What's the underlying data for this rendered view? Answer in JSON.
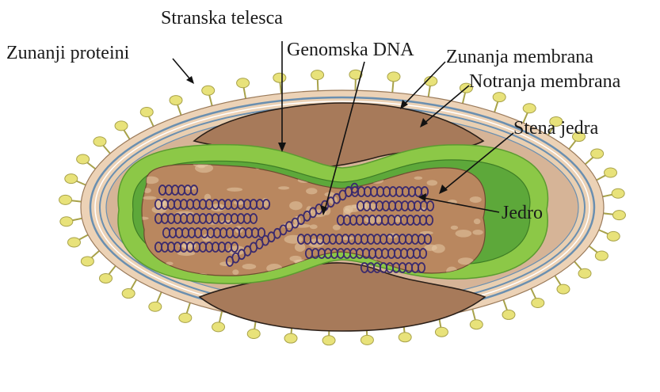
{
  "diagram": {
    "labels": {
      "stranska_telesca": "Stranska telesca",
      "zunanji_proteini": "Zunanji proteini",
      "genomska_dna": "Genomska DNA",
      "zunanja_membrana": "Zunanja membrana",
      "notranja_membrana": "Notranja membrana",
      "stena_jedra": "Stena jedra",
      "jedro": "Jedro"
    },
    "colors": {
      "protein_fill": "#e8e27a",
      "protein_stroke": "#a8a24a",
      "outer_membrane": "#e9c8a8",
      "membrane_line": "#6a8fb0",
      "inner_space": "#cfe8ea",
      "green_wall": "#84c23c",
      "green_dark": "#4f9a2c",
      "lateral_bodies": "#b07f5e",
      "core": "#b8845f",
      "core_speckle": "#e6c9a4",
      "dna": "#3a2a6e"
    }
  }
}
